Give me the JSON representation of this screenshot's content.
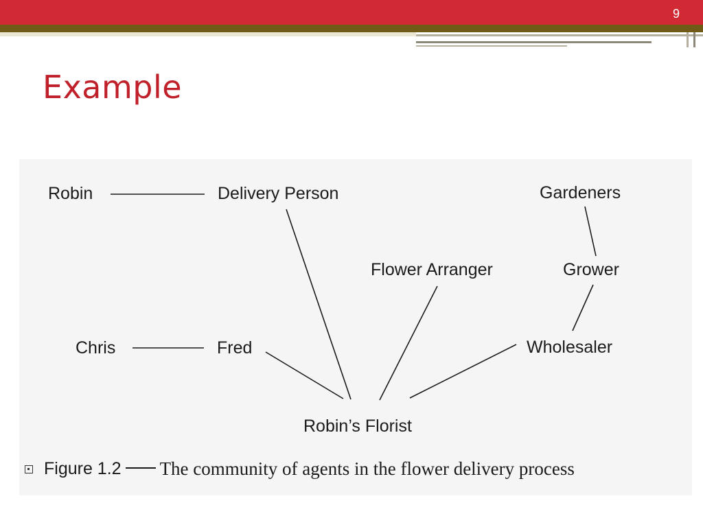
{
  "slide": {
    "number": "9",
    "title": "Example"
  },
  "diagram": {
    "nodes": [
      {
        "id": "robin",
        "label": "Robin"
      },
      {
        "id": "delivery",
        "label": "Delivery Person"
      },
      {
        "id": "gardeners",
        "label": "Gardeners"
      },
      {
        "id": "arranger",
        "label": "Flower Arranger"
      },
      {
        "id": "grower",
        "label": "Grower"
      },
      {
        "id": "chris",
        "label": "Chris"
      },
      {
        "id": "fred",
        "label": "Fred"
      },
      {
        "id": "wholesaler",
        "label": "Wholesaler"
      },
      {
        "id": "florist",
        "label": "Robin’s Florist"
      }
    ],
    "edges": [
      [
        "robin",
        "delivery"
      ],
      [
        "chris",
        "fred"
      ],
      [
        "gardeners",
        "grower"
      ],
      [
        "grower",
        "wholesaler"
      ],
      [
        "delivery",
        "florist"
      ],
      [
        "arranger",
        "florist"
      ],
      [
        "fred",
        "florist"
      ],
      [
        "wholesaler",
        "florist"
      ]
    ]
  },
  "caption": {
    "figure": "Figure 1.2",
    "text": "The community of agents in the flower delivery process"
  }
}
